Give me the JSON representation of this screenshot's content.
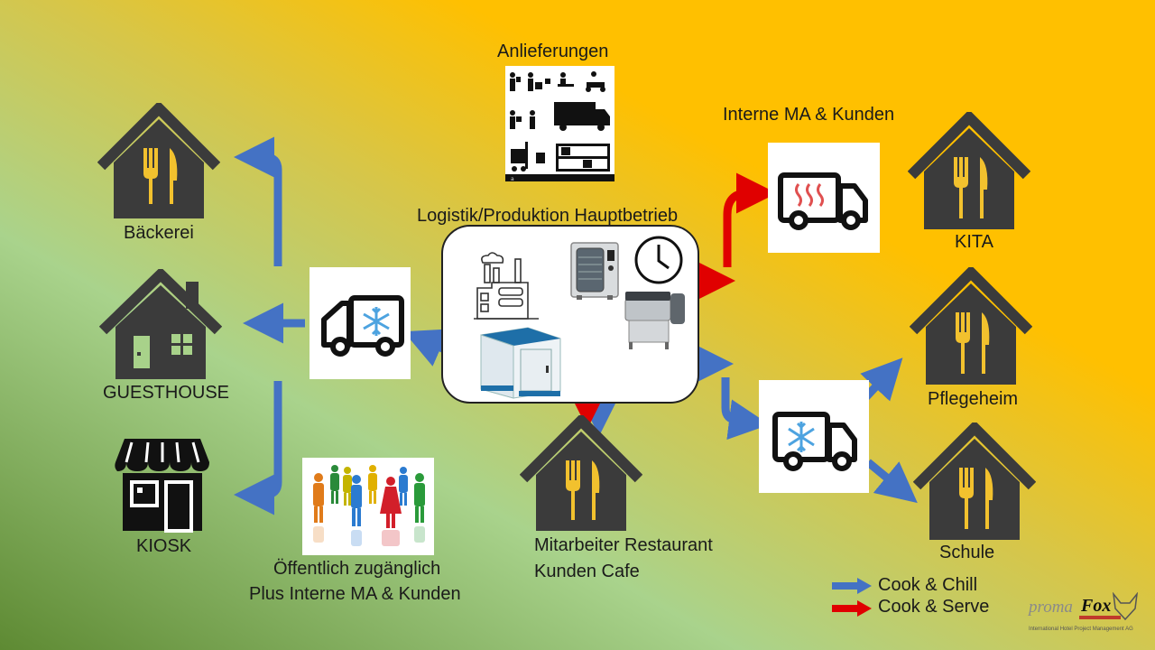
{
  "colors": {
    "bg_left": "#6f9a3a",
    "bg_mid": "#a8d28a",
    "bg_right": "#ffc000",
    "house": "#3b3b3b",
    "utensil": "#f2c12e",
    "cook_chill": "#4472c4",
    "cook_serve": "#e00000",
    "hub_border": "#222222"
  },
  "deliveries": {
    "label": "Anlieferungen",
    "icon": "delivery-pictogram-icon"
  },
  "hub": {
    "label": "Logistik/Produktion Hauptbetrieb",
    "icons": [
      "factory-icon",
      "combi-oven-icon",
      "clock-icon",
      "tilting-pan-icon",
      "cold-room-icon"
    ]
  },
  "internal": {
    "label": "Interne MA & Kunden",
    "icon": "hot-truck-icon"
  },
  "nodes": {
    "baeckerei": "Bäckerei",
    "guesthouse": "GUESTHOUSE",
    "kiosk": "KIOSK",
    "restaurant_line1": "Mitarbeiter Restaurant",
    "restaurant_line2": "Kunden Cafe",
    "kita": "KITA",
    "pflegeheim": "Pflegeheim",
    "schule": "Schule"
  },
  "public": {
    "line1": "Öffentlich zugänglich",
    "line2": "Plus Interne MA & Kunden",
    "icon": "people-crowd-icon"
  },
  "legend": {
    "cook_chill": "Cook & Chill",
    "cook_serve": "Cook & Serve"
  },
  "logo": {
    "left": "proma",
    "right": "Fox",
    "tagline": "International Hotel Project Management AG"
  }
}
